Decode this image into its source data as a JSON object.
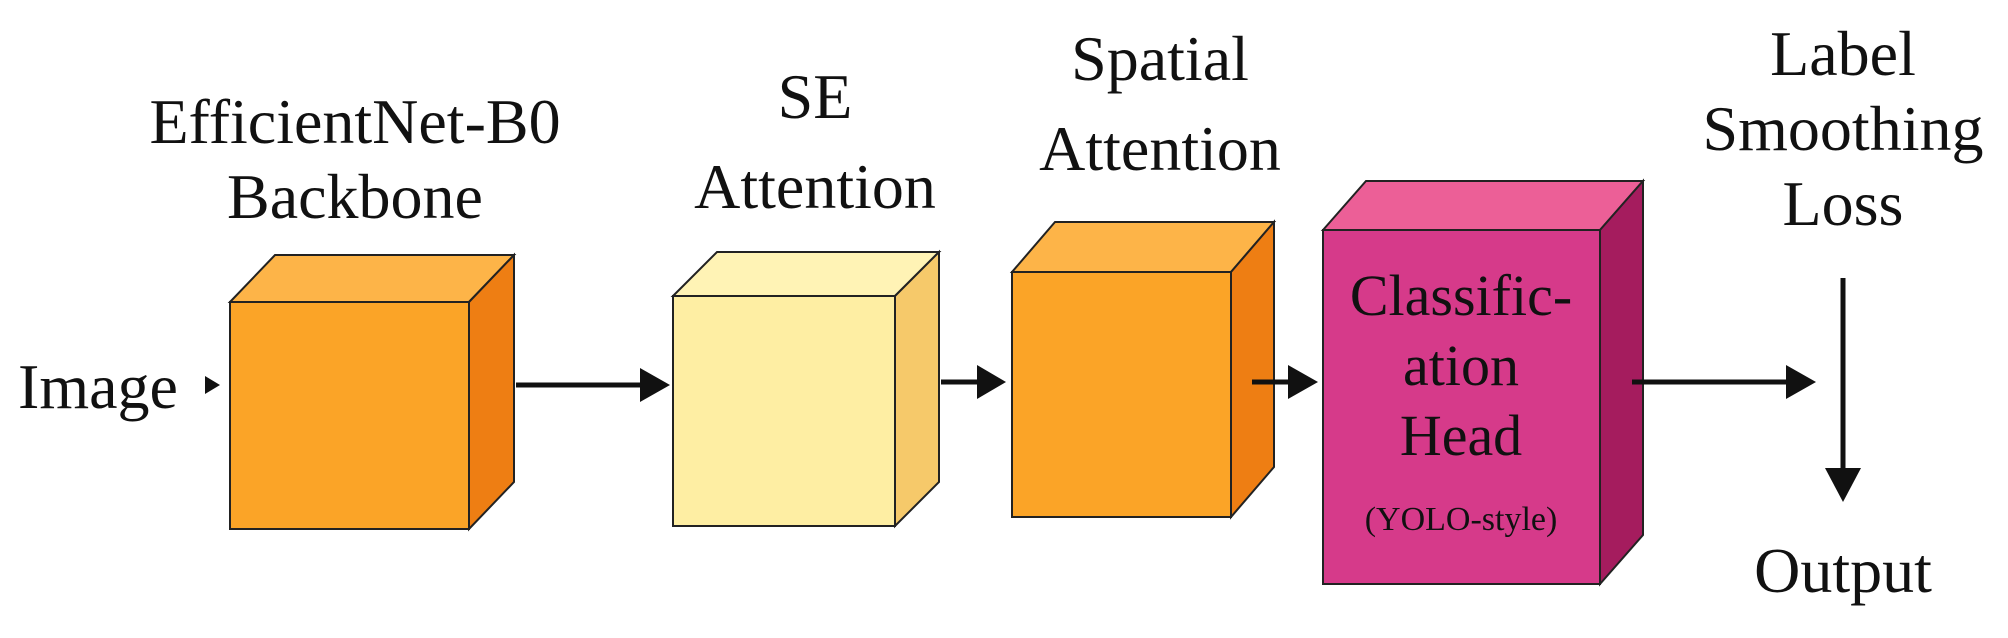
{
  "input_label": "Image",
  "blocks": [
    {
      "id": "backbone",
      "title_lines": [
        "EfficientNet-B0",
        "Backbone"
      ],
      "face": "#FBA427",
      "top": "#FDB448",
      "side": "#EE7E13"
    },
    {
      "id": "se",
      "title_lines": [
        "SE",
        "Attention"
      ],
      "face": "#FEEEA3",
      "top": "#FFF3B5",
      "side": "#F6C96A"
    },
    {
      "id": "spatial",
      "title_lines": [
        "Spatial",
        "Attention"
      ],
      "face": "#FBA427",
      "top": "#FDB448",
      "side": "#EE7E13"
    },
    {
      "id": "head",
      "inside_lines": [
        "Classific-",
        "ation",
        "Head"
      ],
      "subtitle": "(YOLO-style)",
      "face": "#D63A8A",
      "top": "#EC5F97",
      "side": "#A51C5E"
    }
  ],
  "loss_label_lines": [
    "Label",
    "Smoothing",
    "Loss"
  ],
  "output_label": "Output"
}
